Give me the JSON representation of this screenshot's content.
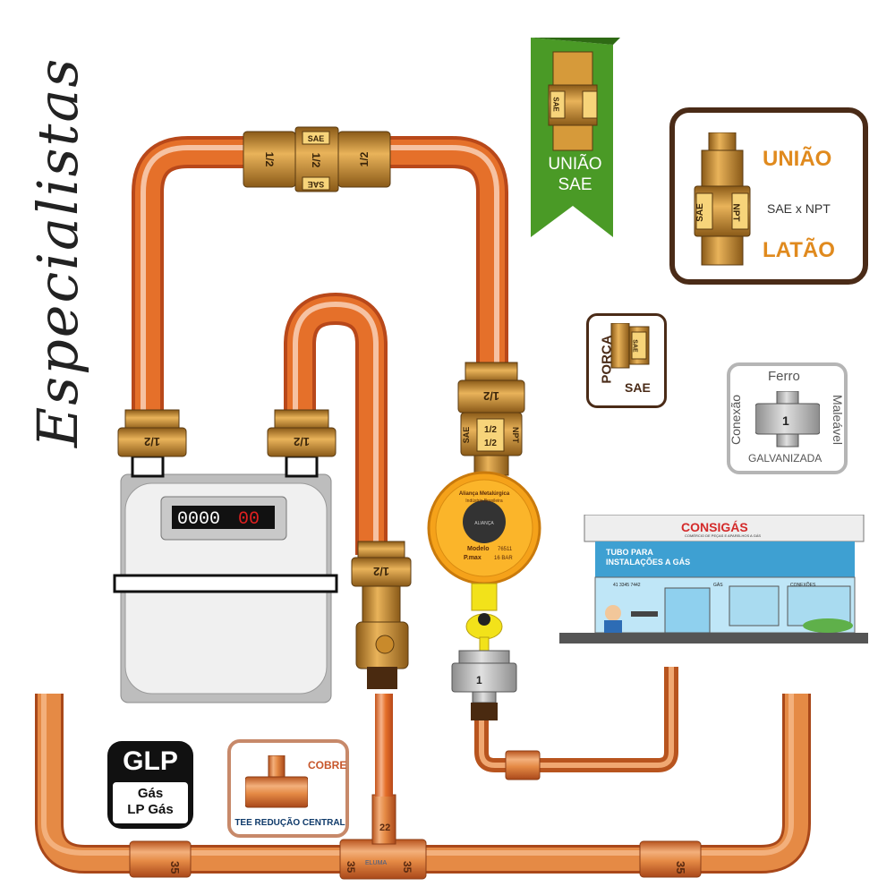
{
  "script_title": "Especialistas",
  "union_top": {
    "label_left": "1/2",
    "label_center_top": "SAE",
    "label_center": "1/2",
    "label_center_bottom": "SAE",
    "label_right": "1/2"
  },
  "meter": {
    "counter_black": "0000",
    "counter_red": "00"
  },
  "meter_nut_labels": [
    "1/2",
    "1/2"
  ],
  "right_nut_label": "1/2",
  "adapter_label": {
    "left": "SAE",
    "center_top": "1/2",
    "center_bottom": "1/2",
    "right": "NPT"
  },
  "valve_nut_label": "1/2",
  "regulator": {
    "line1": "Aliança Metalúrgica",
    "line2": "Indústria Brasileira",
    "model_label": "Modelo",
    "model_value": "76511",
    "pmax_label": "P.max",
    "pmax_value": "16 BAR",
    "brand": "ALIANÇA"
  },
  "green_badge": {
    "line1": "UNIÃO",
    "line2": "SAE",
    "fitting_label": "SAE"
  },
  "uniao_card": {
    "title": "UNIÃO",
    "subtitle": "SAE x NPT",
    "material": "LATÃO",
    "left_label": "SAE",
    "right_label": "NPT"
  },
  "porca_card": {
    "word_porca": "PORCA",
    "word_sae": "SAE",
    "nut_label": "SAE"
  },
  "ferro_card": {
    "top": "Ferro",
    "left": "Conexão",
    "right": "Maleável",
    "bottom": "GALVANIZADA",
    "fitting_num": "1"
  },
  "glp_card": {
    "title": "GLP",
    "line1": "Gás",
    "line2": "LP Gás"
  },
  "tee_card": {
    "material": "COBRE",
    "title": "TEE REDUÇÃO CENTRAL"
  },
  "store": {
    "brand": "CONSIGÁS",
    "tagline": "COMÉRCIO DE PEÇAS E APARELHOS A GÁS",
    "banner_line1": "TUBO PARA",
    "banner_line2": "INSTALAÇÕES A GÁS",
    "phone": "41 3345 7442",
    "section1": "GÁS",
    "section2": "CONEXÕES"
  },
  "pipe_labels": {
    "left_coupling": "35",
    "tee_left": "35",
    "tee_right": "35",
    "tee_top": "22",
    "right_coupling": "35",
    "brand": "ELUMA"
  },
  "colors": {
    "copper_dark": "#c4541b",
    "copper_mid": "#e5702a",
    "copper_light": "#f6b48c",
    "brass": "#c98a2b",
    "green": "#4a9a26",
    "orange_text": "#e08a1e",
    "brown_border": "#4a2b17"
  }
}
